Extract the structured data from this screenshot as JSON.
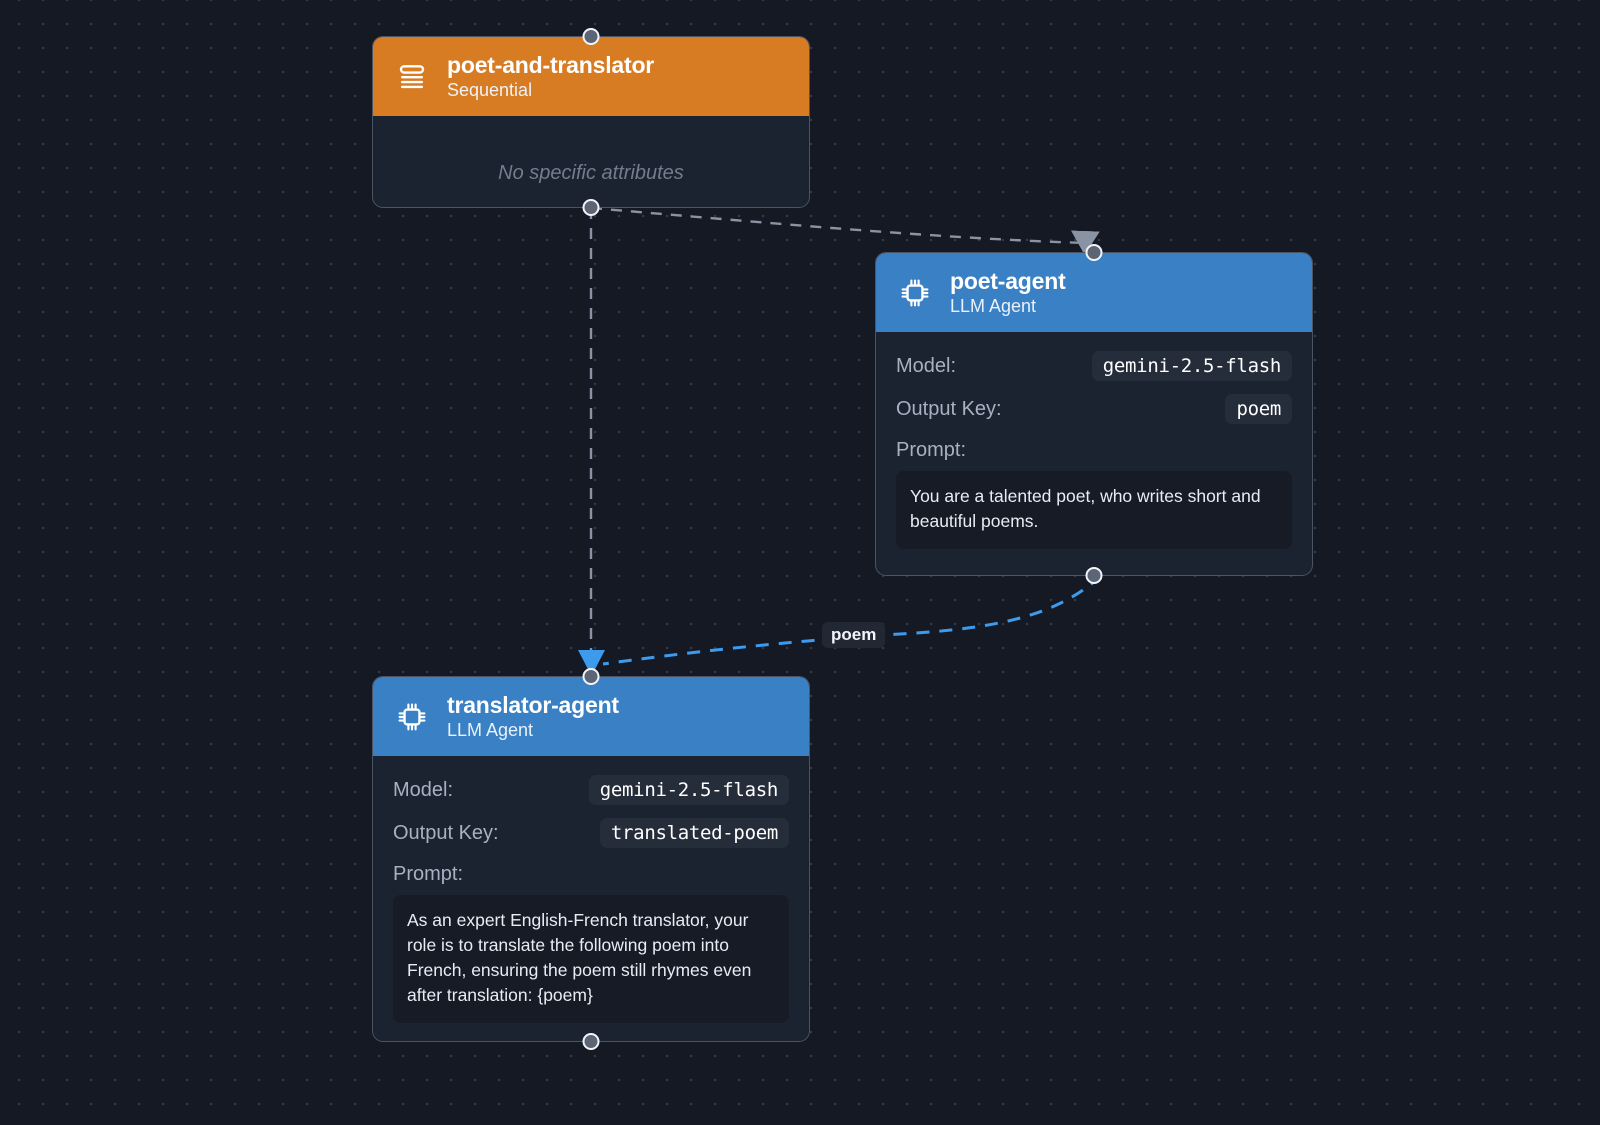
{
  "canvas": {
    "background_color": "#141924",
    "dot_color": "#343b48"
  },
  "nodes": [
    {
      "id": "poet-and-translator",
      "title": "poet-and-translator",
      "subtitle": "Sequential",
      "icon": "list-stack-icon",
      "header_color": "#d87c24",
      "empty_text": "No specific attributes",
      "attributes": []
    },
    {
      "id": "poet-agent",
      "title": "poet-agent",
      "subtitle": "LLM Agent",
      "icon": "cpu-chip-icon",
      "header_color": "#3a80c5",
      "attributes": [
        {
          "label": "Model:",
          "value": "gemini-2.5-flash"
        },
        {
          "label": "Output Key:",
          "value": "poem"
        }
      ],
      "prompt_label": "Prompt:",
      "prompt_text": "You are a talented poet, who writes short and beautiful poems."
    },
    {
      "id": "translator-agent",
      "title": "translator-agent",
      "subtitle": "LLM Agent",
      "icon": "cpu-chip-icon",
      "header_color": "#3a80c5",
      "attributes": [
        {
          "label": "Model:",
          "value": "gemini-2.5-flash"
        },
        {
          "label": "Output Key:",
          "value": "translated-poem"
        }
      ],
      "prompt_label": "Prompt:",
      "prompt_text": "As an expert English-French translator, your role is to translate the following poem into French, ensuring the poem still rhymes even after translation: {poem}"
    }
  ],
  "edges": [
    {
      "id": "edge-parent-to-poet",
      "from": "poet-and-translator",
      "to": "poet-agent",
      "label": "",
      "color": "#8a93a3",
      "style": "dashed"
    },
    {
      "id": "edge-parent-to-translator",
      "from": "poet-and-translator",
      "to": "translator-agent",
      "label": "",
      "color": "#8a93a3",
      "style": "dashed"
    },
    {
      "id": "edge-poem",
      "from": "poet-agent",
      "to": "translator-agent",
      "label": "poem",
      "color": "#3d9bee",
      "style": "dashed"
    }
  ]
}
